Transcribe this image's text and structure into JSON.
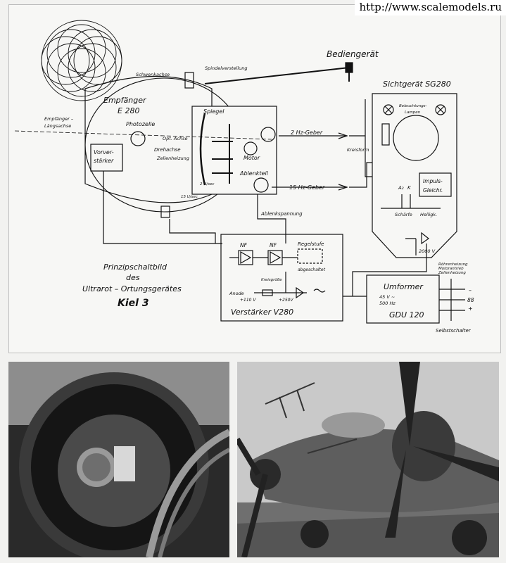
{
  "watermark": "http://www.scalemodels.ru",
  "diagram": {
    "title_lines": [
      "Prinzipschaltbild",
      "des",
      "Ultrarot – Ortungsgerätes"
    ],
    "title_bold": "Kiel 3",
    "labels": {
      "bediengeraet": "Bediengerät",
      "spindelverstellung": "Spindelverstellung",
      "schwenkachse": "Schwenkachse",
      "empfaenger": "Empfänger",
      "e280": "E 280",
      "empfaenger_laengsachse_1": "Empfänger –",
      "empfaenger_laengsachse_2": "Längsachse",
      "photozelle": "Photozelle",
      "opt_achse": "Opt. Achse",
      "drehachse": "Drehachse",
      "zellenheizung": "Zellenheizung",
      "vorverstaerker_1": "Vorver-",
      "vorverstaerker_2": "stärker",
      "spiegel": "Spiegel",
      "motor": "Motor",
      "ablenkteil": "Ablenkteil",
      "u_sec_2": "2 U/sec",
      "u_sec_15": "15 U/sec",
      "geber_2hz": "2 Hz-Geber",
      "geber_15hz": "15 Hz-Geber",
      "ablenkspannung": "Ablenkspannung",
      "sichtgeraet": "Sichtgerät SG280",
      "beleuchtungslampen_1": "Beleuchtungs-",
      "beleuchtungslampen_2": "Lampen",
      "kreisform": "Kreisform",
      "impuls_1": "Impuls-",
      "impuls_2": "Gleichr.",
      "a2": "A₂",
      "k": "K",
      "schaerfe": "Schärfe",
      "helligk": "Helligk.",
      "v2000": "2000 V",
      "nf1": "NF",
      "nf2": "NF",
      "regelstufe": "Regelstufe",
      "abgeschaltet": "abgeschaltet",
      "kreisgroesse": "Kreisgröße",
      "anode": "Anode",
      "v110": "+110 V",
      "v250": "+250V",
      "verstaerker": "Verstärker V280",
      "umformer": "Umformer",
      "v45": "45 V ~",
      "hz500": "500 Hz",
      "gdu": "GDU 120",
      "roehrenheizung": "Röhrenheizung",
      "motorantrieb": "Motorantrieb",
      "zellenheizung2": "Zellenheizung",
      "v88": "88",
      "minus": "–",
      "plus": "+",
      "selbstschalter": "Selbstschalter"
    }
  },
  "photos": {
    "left": "infrared-receiver-photo",
    "right": "aircraft-photo"
  }
}
